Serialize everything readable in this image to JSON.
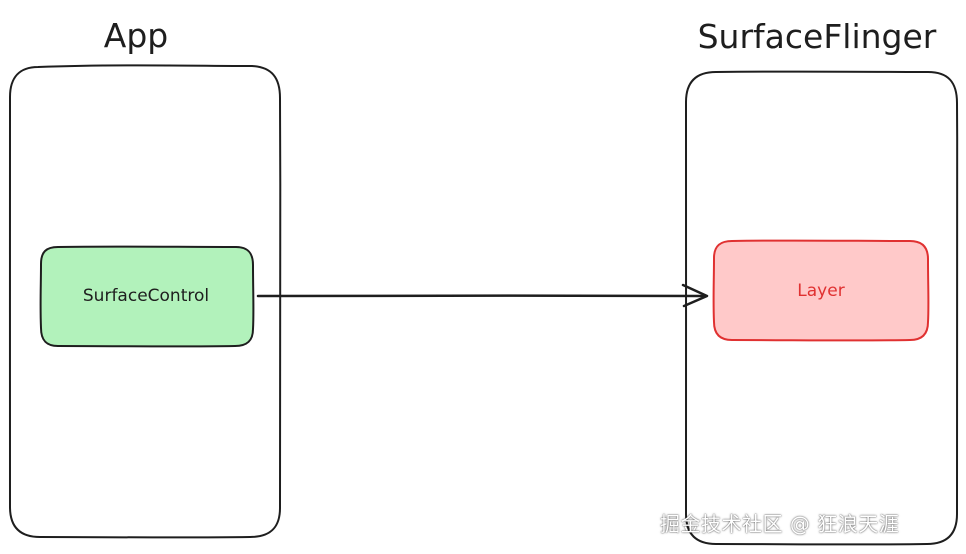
{
  "containers": {
    "app": {
      "title": "App"
    },
    "surfaceflinger": {
      "title": "SurfaceFlinger"
    }
  },
  "nodes": {
    "surface_control": {
      "label": "SurfaceControl",
      "fill": "#b2f2bb",
      "stroke": "#1e1e1e",
      "text_color": "#1e1e1e"
    },
    "layer": {
      "label": "Layer",
      "fill": "#ffc9c9",
      "stroke": "#e03131",
      "text_color": "#e03131"
    }
  },
  "connection": {
    "from": "SurfaceControl",
    "to": "Layer",
    "style": "arrow"
  },
  "watermark": {
    "text": "掘金技术社区 @ 狂浪天涯"
  },
  "colors": {
    "stroke": "#1e1e1e",
    "background": "#ffffff"
  }
}
